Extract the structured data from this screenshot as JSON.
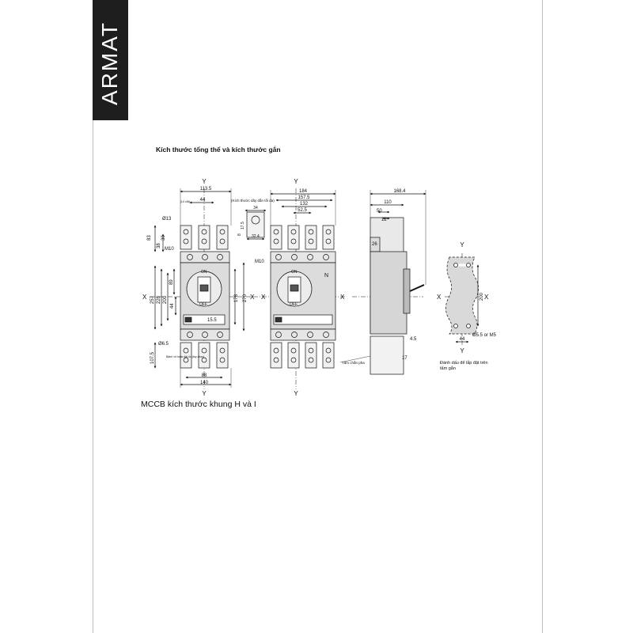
{
  "brand": {
    "text": "ARMAT"
  },
  "title": "Kích thước tổng thể và kích thước gắn",
  "caption": "MCCB kích thước khung H và I",
  "axis": {
    "x": "X",
    "y": "Y"
  },
  "front_view": {
    "dims": {
      "top_width": "113.5",
      "top_inner": "44",
      "hole": "Ø13",
      "h83": "83",
      "h38": "38",
      "h30": "30",
      "m10": "M10",
      "h257": "257",
      "h228": "228",
      "h200": "200",
      "h89": "89",
      "h44": "44",
      "h178": "178",
      "h270": "270",
      "d155": "15.5",
      "hole_bottom": "Ø6.5",
      "h1075": "107.5",
      "w88": "88",
      "w140": "140",
      "small_note": "(Lỗ cắt)",
      "bottom_note": "Bảnh vít hoặc đai ốc (tùy chọn)"
    },
    "cable_note": "(Kích thước dây dẫn tối đa)",
    "cable_dims": {
      "w34": "34",
      "h175": "17.5",
      "h8": "8",
      "w324": "32.4"
    },
    "on": "ON",
    "off": "OFF"
  },
  "right_view": {
    "dims": {
      "w184": "184",
      "w1575": "157.5",
      "w132": "132",
      "w525": "52.5",
      "m10": "M10",
      "n": "N"
    },
    "on": "ON",
    "off": "OFF"
  },
  "side_view": {
    "dims": {
      "w1684": "168.4",
      "w110": "110",
      "w50": "50",
      "w12": "12",
      "h26": "26",
      "h45": "4.5",
      "h17": "17"
    },
    "barrier_note": "Tấm chắn pha"
  },
  "mount_view": {
    "dims": {
      "h200": "200",
      "w44": "44",
      "hole": "Ø5.5 or M5"
    },
    "note_line1": "Đánh dấu để lắp đặt trên",
    "note_line2": "tấm gắn"
  }
}
